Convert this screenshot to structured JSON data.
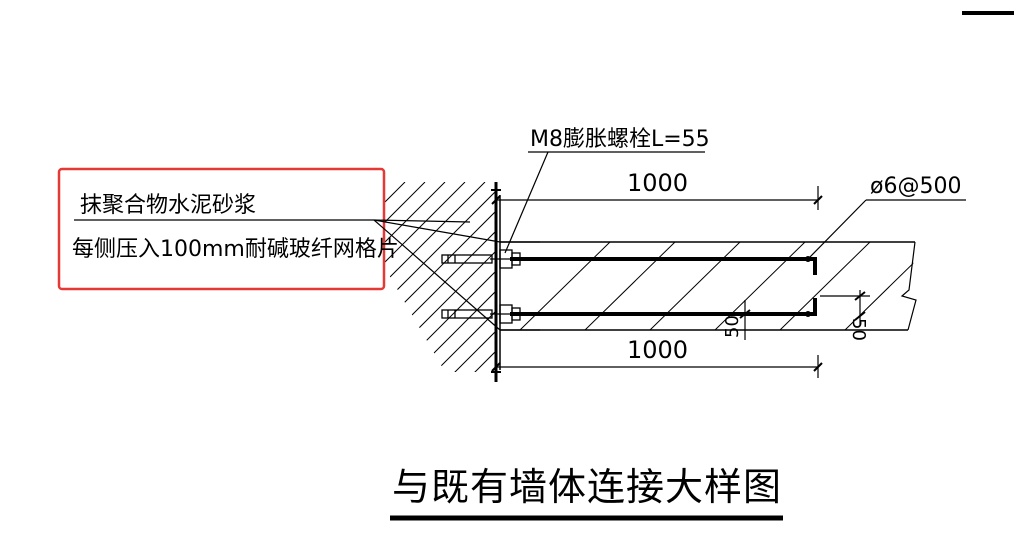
{
  "labels": {
    "bolt": "M8膨胀螺栓L=55",
    "mortar": "抹聚合物水泥砂浆",
    "mesh": "每侧压入100mm耐碱玻纤网格片",
    "rebar": "ø6@500",
    "dim_top": "1000",
    "dim_bottom": "1000",
    "dim_cover_left": "50",
    "dim_cover_right": "50",
    "title": "与既有墙体连接大样图"
  },
  "colors": {
    "line": "#000000",
    "highlight": "#e53935"
  }
}
